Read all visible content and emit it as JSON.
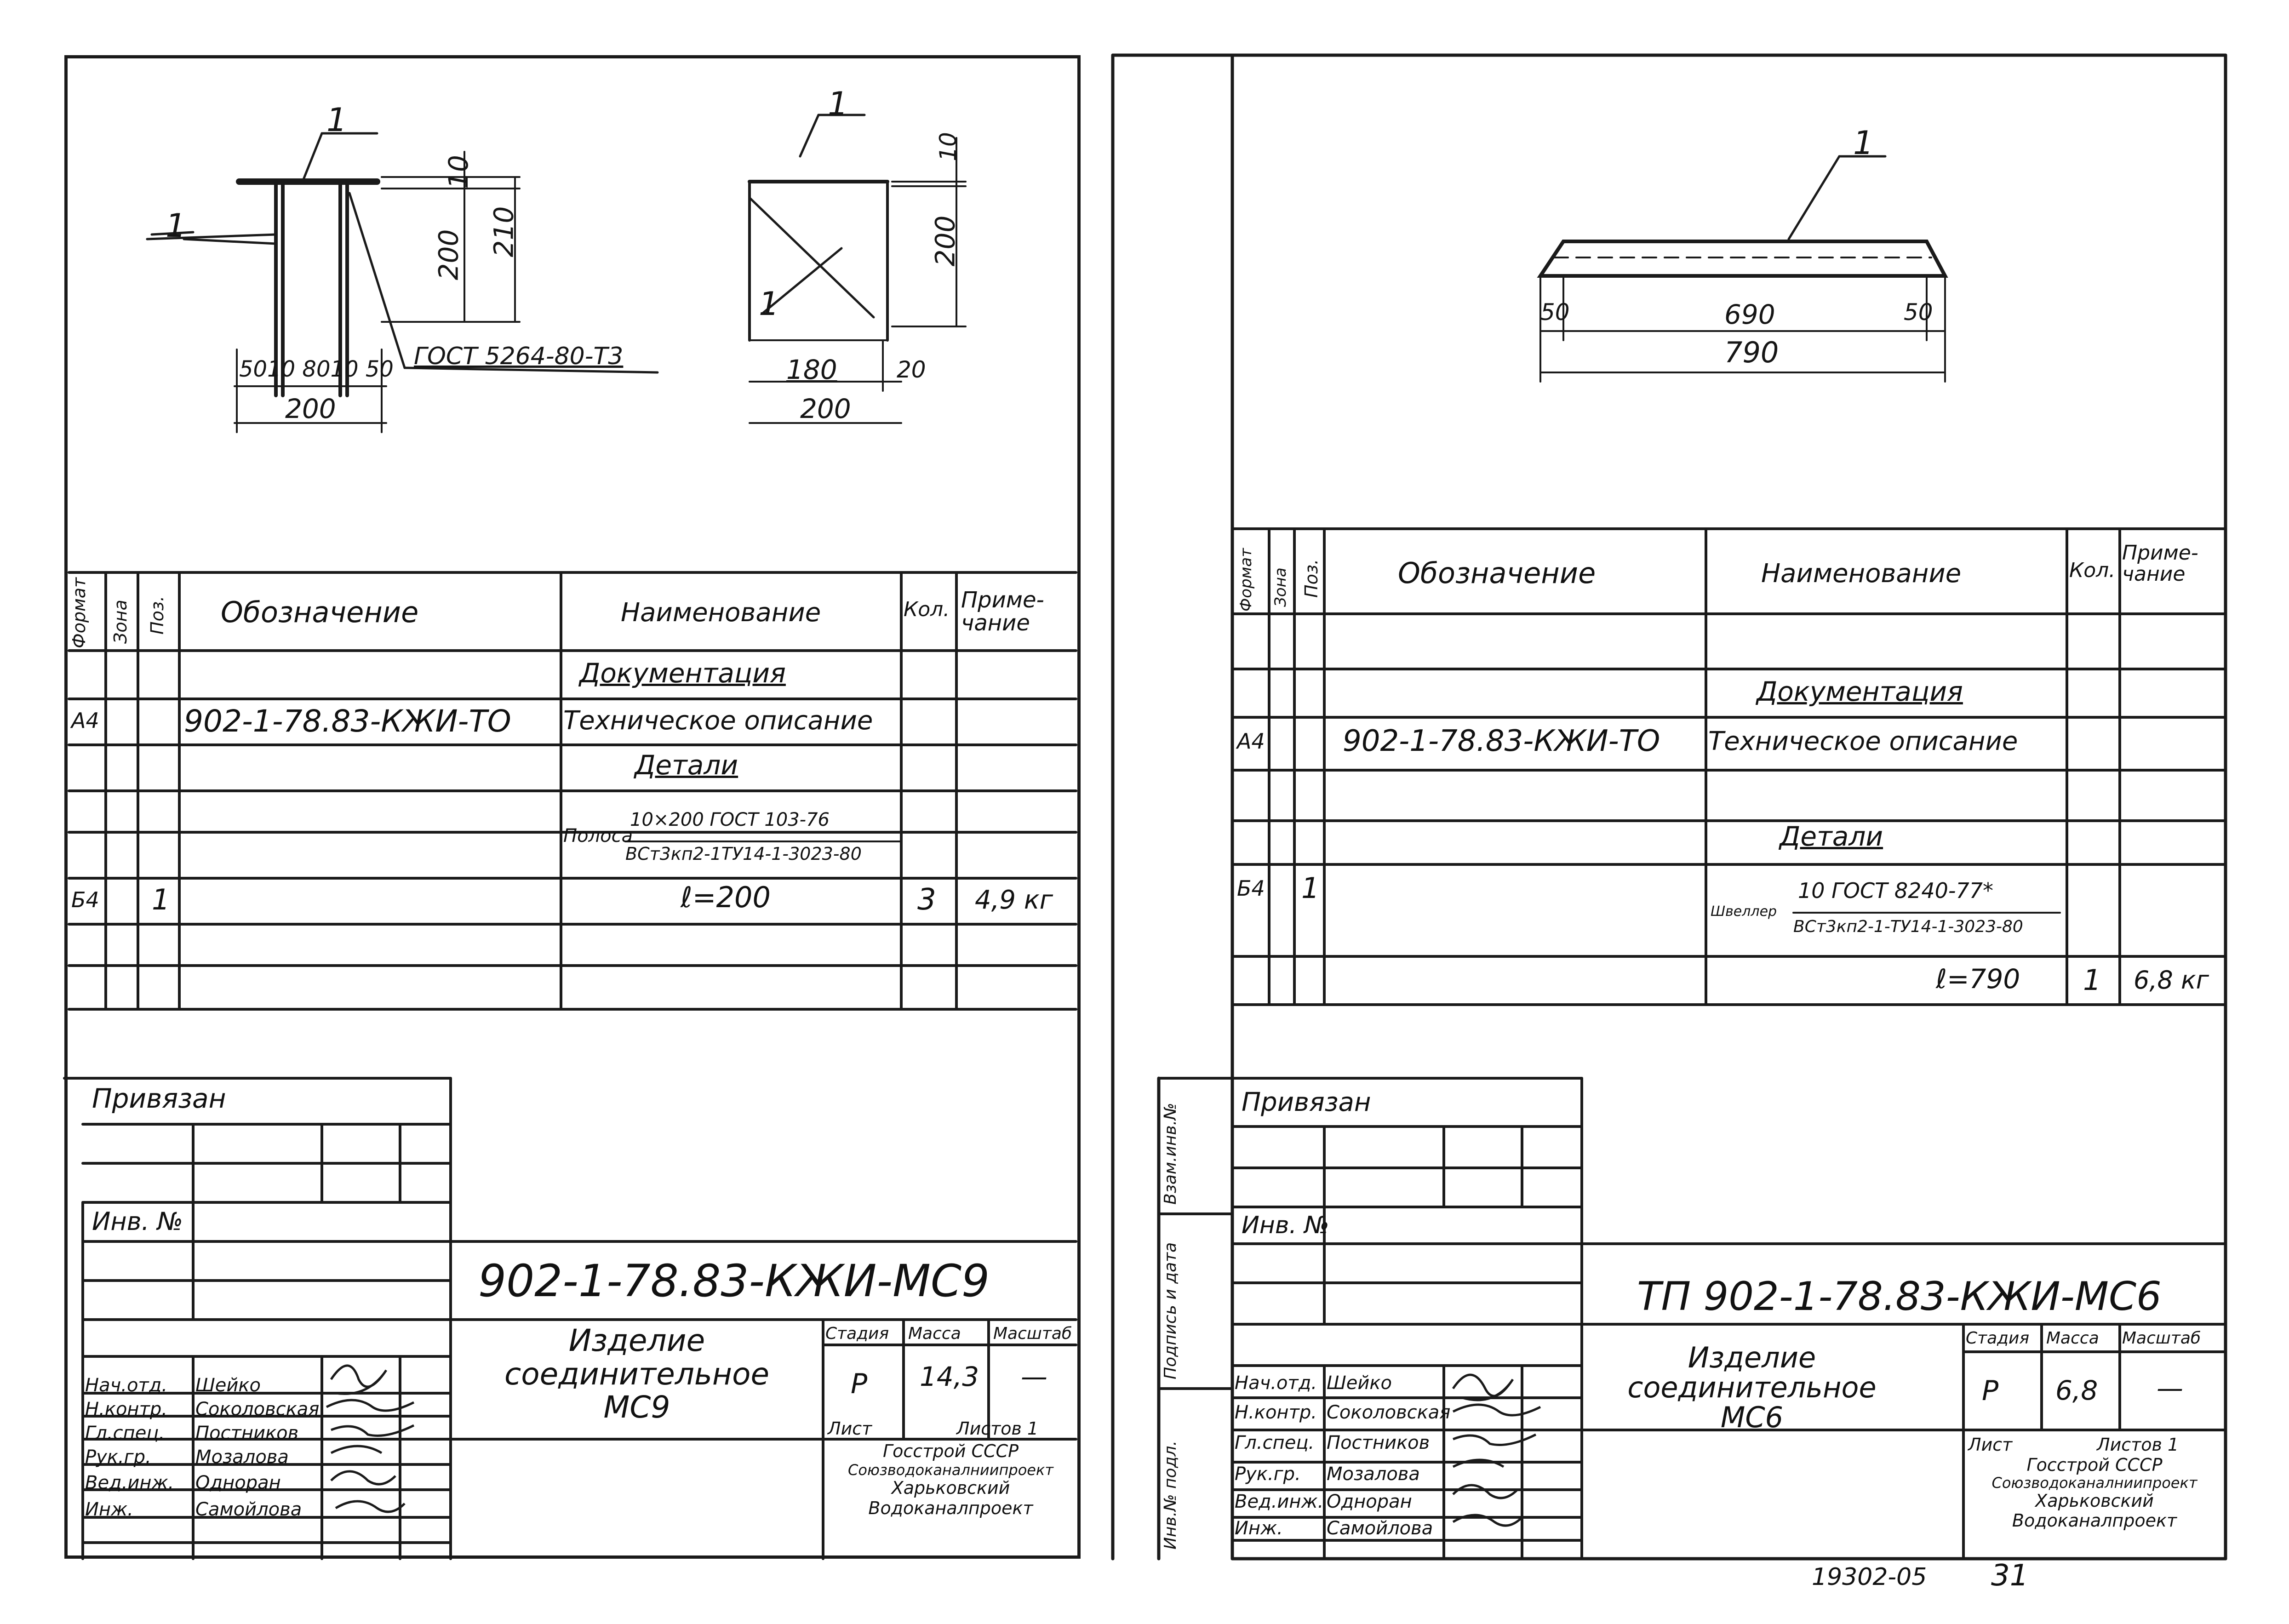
{
  "left": {
    "drawing1": {
      "pos": "1",
      "dim_10": "10",
      "dim_200": "200",
      "dim_210": "210",
      "dims_bottom": [
        "50",
        "10",
        "80",
        "10",
        "50"
      ],
      "dim_total": "200",
      "gost": "ГОСТ 5264-80-Т3"
    },
    "drawing2": {
      "pos": "1",
      "dim_10": "10",
      "dim_200": "200",
      "dim_180": "180",
      "dim_20": "20",
      "dim_total": "200"
    },
    "spec": {
      "headers": {
        "format": "Формат",
        "zone": "Зона",
        "pos": "Поз.",
        "designation": "Обозначение",
        "name": "Наименование",
        "qty": "Кол.",
        "note": "Приме-чание"
      },
      "section_docs": "Документация",
      "doc_row": {
        "format": "А4",
        "designation": "902-1-78.83-КЖИ-ТО",
        "name": "Техническое описание"
      },
      "section_parts": "Детали",
      "part_name_prefix": "Полоса",
      "part_name_top": "10×200 ГОСТ 103-76",
      "part_name_bottom": "ВСт3кп2-1ТУ14-1-3023-80",
      "part_row": {
        "format": "Б4",
        "pos": "1",
        "name": "ℓ=200",
        "qty": "3",
        "note": "4,9 кг"
      }
    },
    "stamp": {
      "privyazan": "Привязан",
      "inv": "Инв. №",
      "code": "902-1-78.83-КЖИ-МС9",
      "title_lines": [
        "Изделие",
        "соединительное",
        "МС9"
      ],
      "stage_h": "Стадия",
      "mass_h": "Масса",
      "scale_h": "Масштаб",
      "stage": "Р",
      "mass": "14,3",
      "scale": "—",
      "sheet_h": "Лист",
      "sheets_h": "Листов 1",
      "org": [
        "Госстрой СССР",
        "Союзводоканалниипроект",
        "Харьковский",
        "Водоканалпроект"
      ],
      "roles": [
        "Нач.отд.",
        "Н.контр.",
        "Гл.спец.",
        "Рук.гр.",
        "Вед.инж.",
        "Инж."
      ],
      "names": [
        "Шейко",
        "Соколовская",
        "Постников",
        "Мозалова",
        "Одноран",
        "Самойлова"
      ]
    }
  },
  "right": {
    "drawing": {
      "pos": "1",
      "dim_50a": "50",
      "dim_690": "690",
      "dim_50b": "50",
      "dim_total": "790"
    },
    "spec": {
      "headers": {
        "format": "Формат",
        "zone": "Зона",
        "pos": "Поз.",
        "designation": "Обозначение",
        "name": "Наименование",
        "qty": "Кол.",
        "note": "Приме-чание"
      },
      "section_docs": "Документация",
      "doc_row": {
        "format": "А4",
        "designation": "902-1-78.83-КЖИ-ТО",
        "name": "Техническое описание"
      },
      "section_parts": "Детали",
      "part_name_prefix": "Швеллер",
      "part_name_top": "10 ГОСТ 8240-77*",
      "part_name_bottom": "ВСт3кп2-1-ТУ14-1-3023-80",
      "part_row": {
        "format": "Б4",
        "pos": "1",
        "name": "ℓ=790",
        "qty": "1",
        "note": "6,8 кг"
      }
    },
    "stamp": {
      "side_labels": [
        "Взам.инв.№",
        "Подпись и дата",
        "Инв.№ подл."
      ],
      "privyazan": "Привязан",
      "inv": "Инв. №",
      "code": "ТП 902-1-78.83-КЖИ-МС6",
      "title_lines": [
        "Изделие",
        "соединительное",
        "МС6"
      ],
      "stage_h": "Стадия",
      "mass_h": "Масса",
      "scale_h": "Масштаб",
      "stage": "Р",
      "mass": "6,8",
      "scale": "—",
      "sheet_h": "Лист",
      "sheets_h": "Листов 1",
      "org": [
        "Госстрой СССР",
        "Союзводоканалниипроект",
        "Харьковский",
        "Водоканалпроект"
      ],
      "roles": [
        "Нач.отд.",
        "Н.контр.",
        "Гл.спец.",
        "Рук.гр.",
        "Вед.инж.",
        "Инж."
      ],
      "names": [
        "Шейко",
        "Соколовская",
        "Постников",
        "Мозалова",
        "Одноран",
        "Самойлова"
      ]
    },
    "footer_number": "19302-05",
    "page_number": "31"
  }
}
